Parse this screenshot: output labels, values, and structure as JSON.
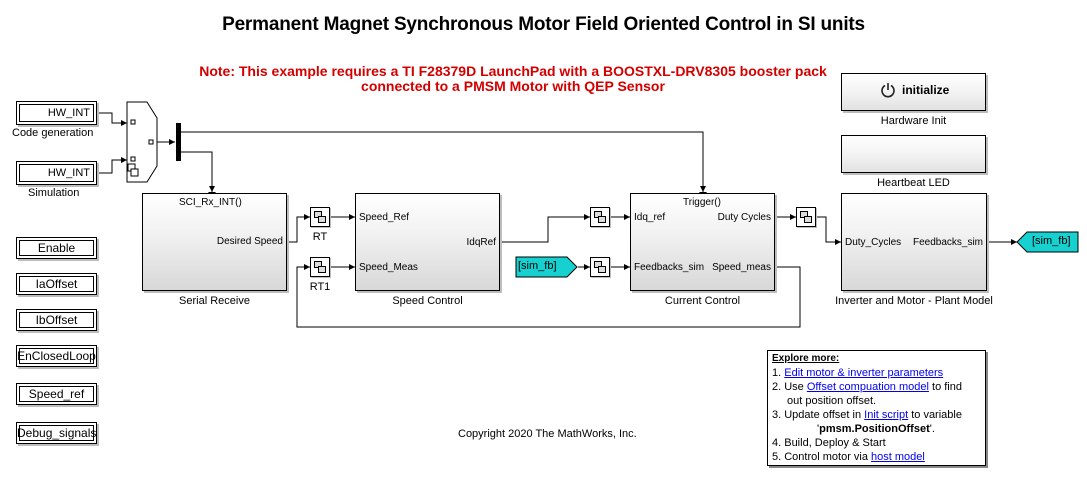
{
  "title": "Permanent Magnet Synchronous Motor Field Oriented Control in SI units",
  "note_line1": "Note: This example requires a TI F28379D LaunchPad with a BOOSTXL-DRV8305 booster pack",
  "note_line2": "connected to a PMSM Motor with QEP Sensor",
  "hw_int": {
    "label_top": "HW_INT",
    "caption_top": "Code generation",
    "label_bottom": "HW_INT",
    "caption_bottom": "Simulation"
  },
  "side_blocks": [
    "Enable",
    "IaOffset",
    "IbOffset",
    "EnClosedLoop",
    "Speed_ref",
    "Debug_signals"
  ],
  "serial": {
    "trigger": "SCI_Rx_INT()",
    "out": "Desired Speed",
    "caption": "Serial Receive"
  },
  "rt": {
    "top": "RT",
    "bottom": "RT1"
  },
  "speed": {
    "in1": "Speed_Ref",
    "in2": "Speed_Meas",
    "out": "IdqRef",
    "caption": "Speed Control"
  },
  "current": {
    "trigger": "Trigger()",
    "in1": "Idq_ref",
    "in2": "Feedbacks_sim",
    "out1": "Duty Cycles",
    "out2": "Speed_meas",
    "caption": "Current Control"
  },
  "tags": {
    "from": "[sim_fb]",
    "goto": "[sim_fb]"
  },
  "plant": {
    "in": "Duty_Cycles",
    "out": "Feedbacks_sim",
    "caption": "Inverter and Motor - Plant Model"
  },
  "hardware_init": {
    "button": "initialize",
    "caption": "Hardware Init"
  },
  "heartbeat": {
    "caption": "Heartbeat LED"
  },
  "explore": {
    "header": "Explore more:",
    "i1_pre": "1. ",
    "i1_link": "Edit motor & inverter parameters",
    "i2_pre": "2. Use ",
    "i2_link": "Offset compuation model",
    "i2_post": " to find",
    "i2_cont": "out position offset.",
    "i3_pre": "3. Update offset in ",
    "i3_link": "Init script",
    "i3_post": " to variable",
    "i3_quote_open": "'",
    "i3_var": "pmsm.PositionOffset",
    "i3_quote_close": "'.",
    "i4": "4. Build, Deploy & Start",
    "i5_pre": "5. Control motor via ",
    "i5_link": "host model"
  },
  "copyright": "Copyright 2020 The MathWorks, Inc."
}
